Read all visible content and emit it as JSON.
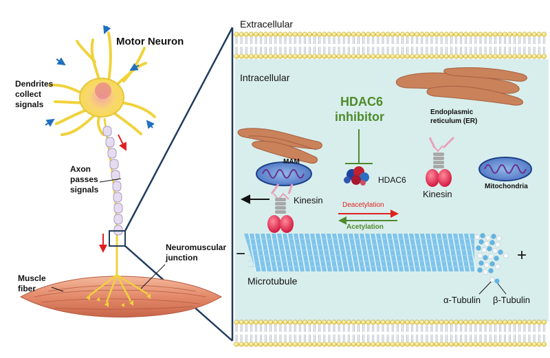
{
  "left_panel": {
    "title": "Motor Neuron",
    "dendrites_line1": "Dendrites",
    "dendrites_line2": "collect",
    "dendrites_line3": "signals",
    "axon_line1": "Axon",
    "axon_line2": "passes",
    "axon_line3": "signals",
    "nmj_line1": "Neuromuscular",
    "nmj_line2": "junction",
    "muscle_line1": "Muscle",
    "muscle_line2": "fiber"
  },
  "right_panel": {
    "extracellular": "Extracellular",
    "intracellular": "Intracellular",
    "inhibitor_line1": "HDAC6",
    "inhibitor_line2": "inhibitor",
    "er_line1": "Endoplasmic",
    "er_line2": "reticulum (ER)",
    "mam": "MAM",
    "hdac6": "HDAC6",
    "kinesin_left": "Kinesin",
    "kinesin_right": "Kinesin",
    "mitochondria": "Mitochondria",
    "deacetylation": "Deacetylation",
    "acetylation": "Acetylation",
    "minus": "−",
    "plus": "+",
    "microtubule": "Microtubule",
    "alpha_tubulin": "α-Tubulin",
    "beta_tubulin": "β-Tubulin"
  },
  "colors": {
    "cytoplasm": "#d8eeec",
    "membrane_head": "#f3e47c",
    "inhibitor_green": "#4e8a2c",
    "deacetylation_red": "#e02020",
    "acetylation_green": "#4e8a2c",
    "er_brown": "#c9825a",
    "neuron_yellow": "#f6dd4a",
    "tubulin_blue": "#5fb4e4"
  }
}
